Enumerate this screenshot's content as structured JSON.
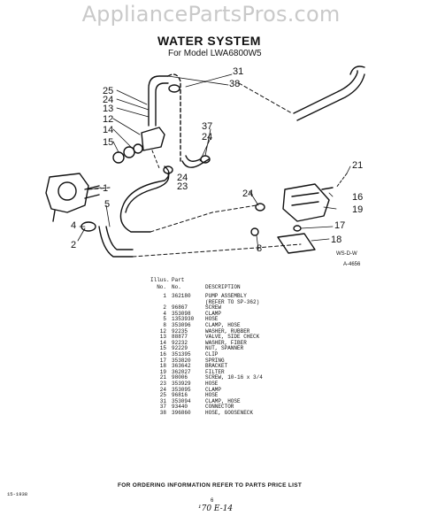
{
  "watermark": "AppliancePartsPros.com",
  "title": "WATER SYSTEM",
  "subtitle": "For Model LWA6800W5",
  "diagram": {
    "callouts": [
      "31",
      "38",
      "25",
      "24",
      "13",
      "12",
      "14",
      "15",
      "37",
      "24",
      "24",
      "23",
      "21",
      "1",
      "5",
      "16",
      "24",
      "19",
      "4",
      "2",
      "17",
      "18",
      "8"
    ],
    "codes": [
      "WS-D-W",
      "A-4656"
    ]
  },
  "legend": {
    "head_line1": [
      "Illus.",
      "Part"
    ],
    "head_line2": [
      "No.",
      "No.",
      "DESCRIPTION"
    ],
    "rows": [
      [
        "1",
        "362180",
        "PUMP ASSEMBLY"
      ],
      [
        "",
        "",
        "(REFER TO SP-362)"
      ],
      [
        "2",
        "96867",
        "SCREW"
      ],
      [
        "4",
        "353098",
        "CLAMP"
      ],
      [
        "5",
        "1353930",
        "HOSE"
      ],
      [
        "8",
        "353096",
        "CLAMP, HOSE"
      ],
      [
        "12",
        "92235",
        "WASHER, RUBBER"
      ],
      [
        "13",
        "88877",
        "VALVE, SIDE CHECK"
      ],
      [
        "14",
        "92232",
        "WASHER, FIBER"
      ],
      [
        "15",
        "92229",
        "NUT, SPANNER"
      ],
      [
        "16",
        "351395",
        "CLIP"
      ],
      [
        "17",
        "353820",
        "SPRING"
      ],
      [
        "18",
        "363642",
        "BRACKET"
      ],
      [
        "19",
        "362027",
        "FILTER"
      ],
      [
        "21",
        "98006",
        "SCREW, 10-16 x 3/4"
      ],
      [
        "23",
        "353929",
        "HOSE"
      ],
      [
        "24",
        "353095",
        "CLAMP"
      ],
      [
        "25",
        "96816",
        "HOSE"
      ],
      [
        "31",
        "353094",
        "CLAMP, HOSE"
      ],
      [
        "37",
        "93440",
        "CONNECTOR"
      ],
      [
        "38",
        "396860",
        "HOSE, GOOSENECK"
      ]
    ]
  },
  "footer": "FOR ORDERING INFORMATION REFER TO PARTS PRICE LIST",
  "doc_number": "15-1938",
  "page_number": "6",
  "handwritten": "¹70 E-14"
}
